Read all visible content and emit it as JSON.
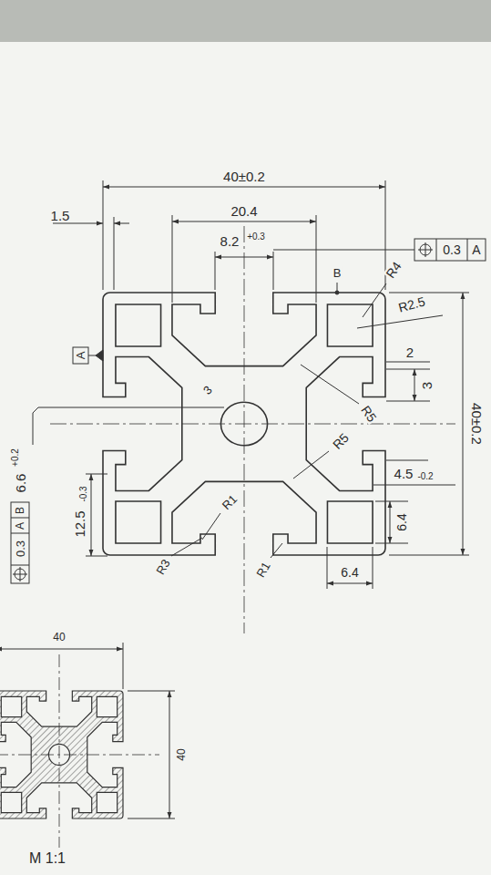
{
  "diagram": {
    "labels": [
      "40±0.2",
      "1.5",
      "20.4",
      "8.2",
      "+0.3",
      "0.3",
      "A",
      "B",
      "R4",
      "R2.5",
      "A",
      "2",
      "3",
      "3",
      "R5",
      "40±0.2",
      "R5",
      "4.5",
      "-0.2",
      "6.6",
      "+0.2",
      "0.3",
      "A",
      "B",
      "12.5",
      "-0.3",
      "6.4",
      "R1",
      "R3",
      "R1",
      "6.4",
      "40",
      "40",
      "M 1:1"
    ]
  }
}
